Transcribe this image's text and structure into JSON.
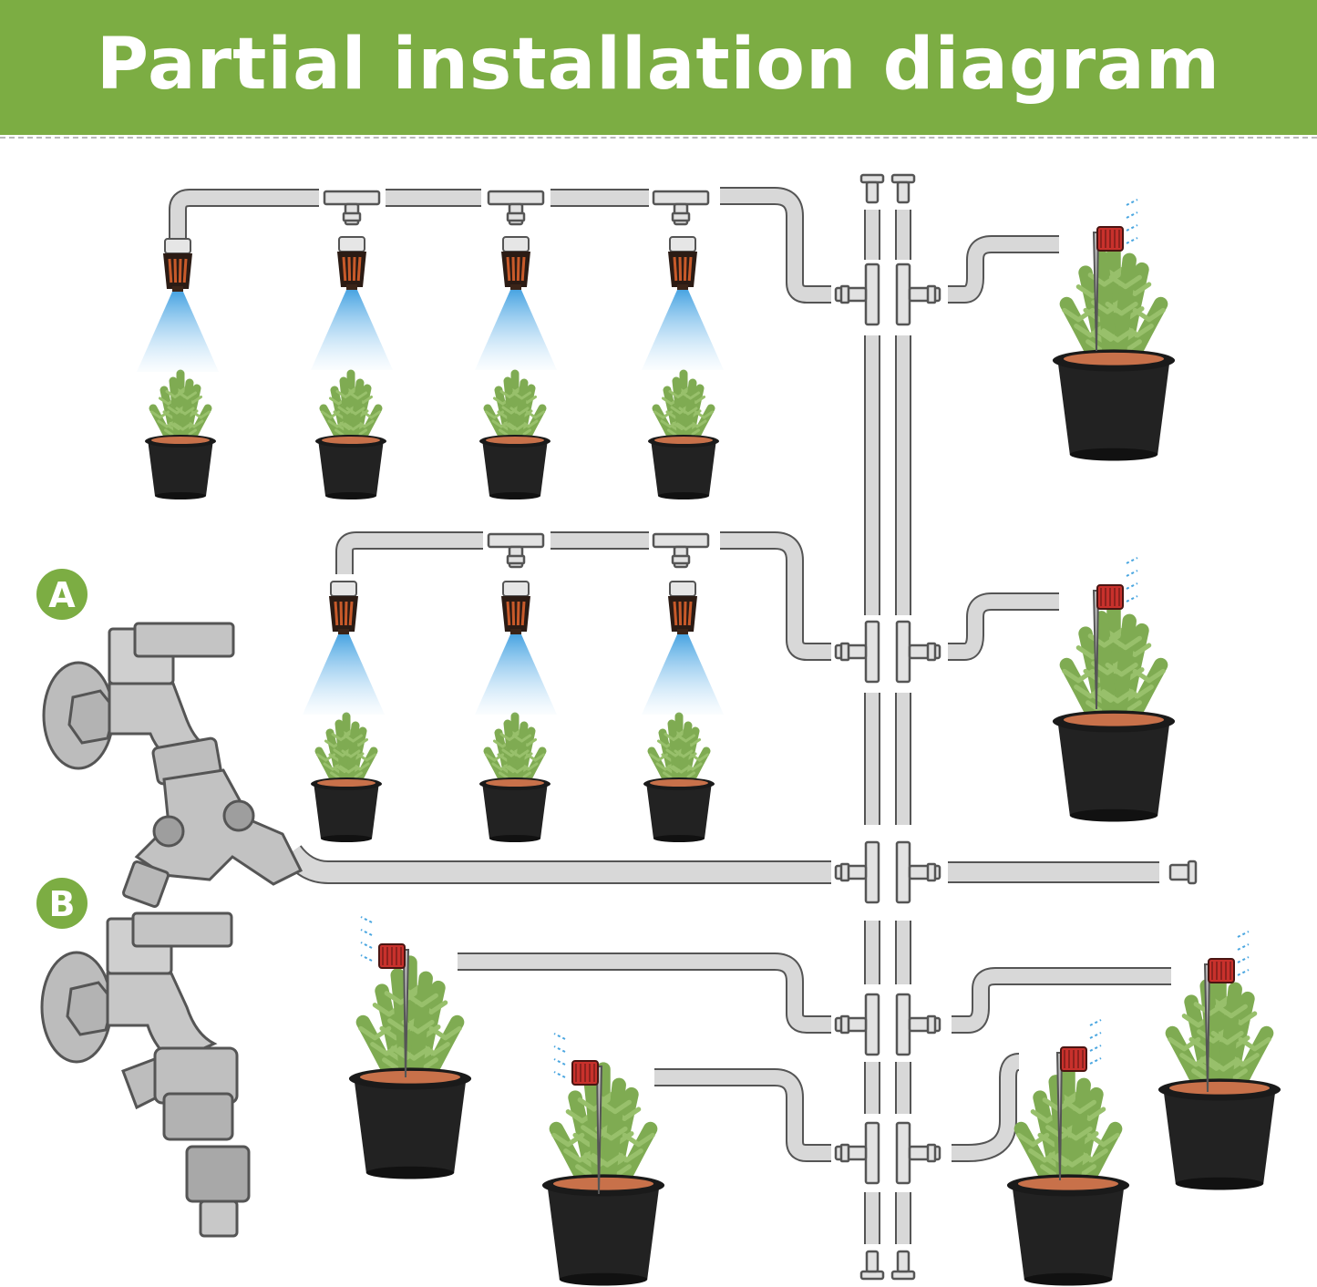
{
  "header": {
    "title": "Partial installation diagram",
    "background_color": "#7cad43"
  },
  "labels": {
    "faucet_a": "A",
    "faucet_b": "B",
    "badge_color": "#7cad43"
  },
  "colors": {
    "pipe_fill": "#d8d8d8",
    "pipe_stroke": "#555555",
    "nozzle_orange": "#c85a2a",
    "nozzle_dark": "#2b1b14",
    "spray_blue": "#4aa6e0",
    "dripper_red": "#c8312c",
    "pot_black": "#222222",
    "soil_orange": "#c8714a",
    "plant_green": "#7fab52",
    "faucet_grey": "#c9c9c9"
  },
  "icons": {
    "faucet": "faucet-icon",
    "y_splitter": "y-splitter-icon",
    "tee": "tee-connector-icon",
    "misting_nozzle": "mist-nozzle-icon",
    "drip_stake": "drip-stake-icon",
    "potted_plant": "potted-plant-icon",
    "end_plug": "end-plug-icon"
  }
}
